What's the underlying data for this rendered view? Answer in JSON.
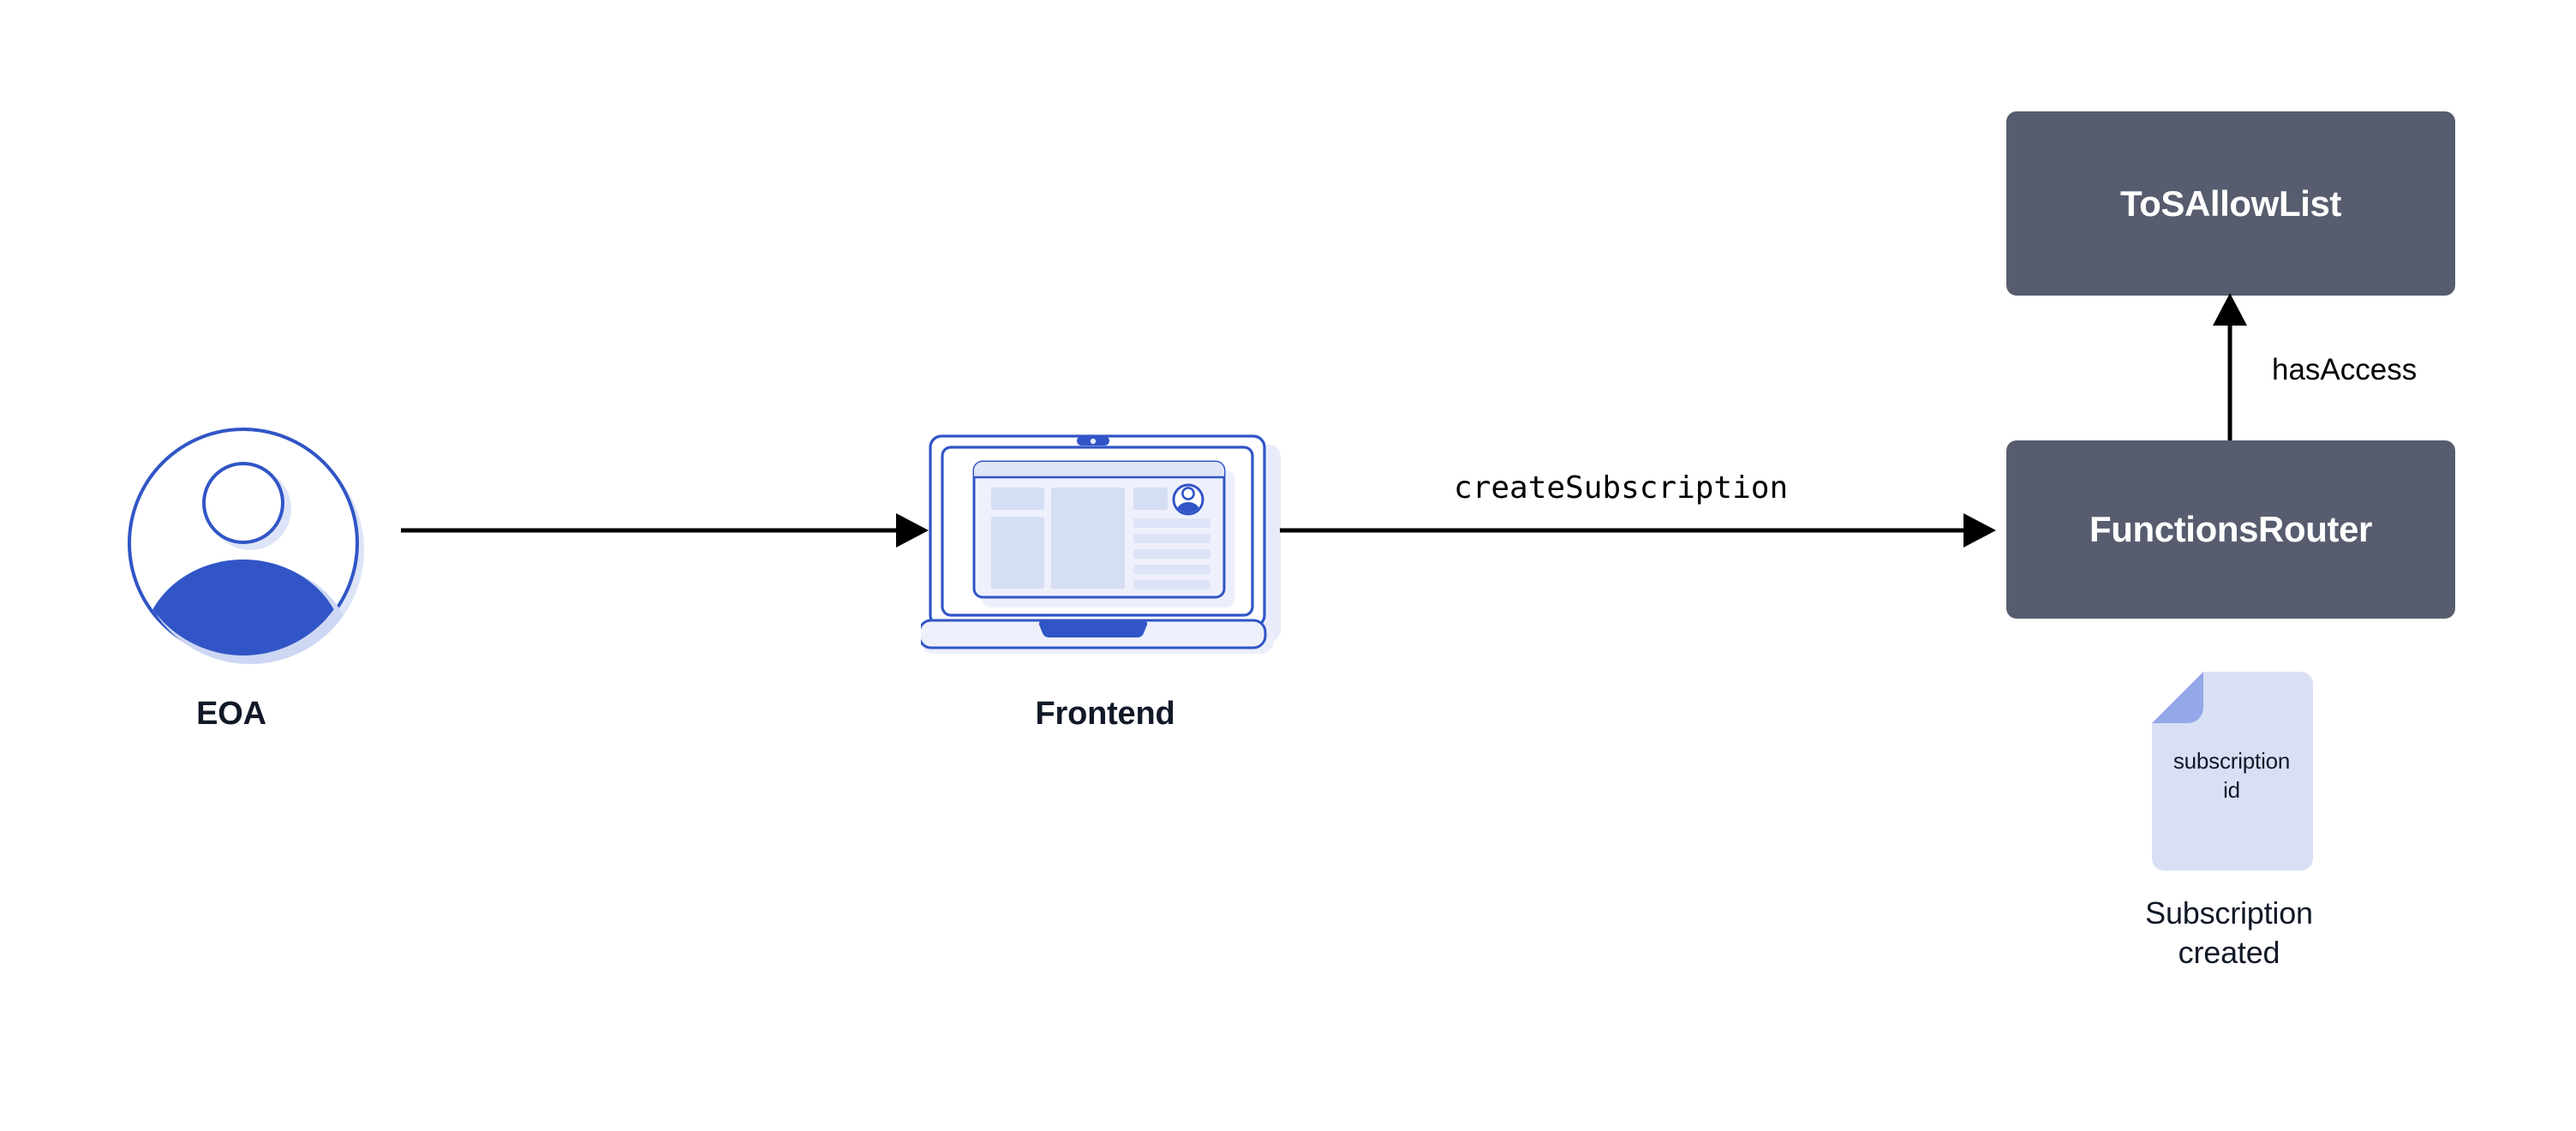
{
  "diagram": {
    "title": "Chainlink Functions subscription creation flow",
    "background_color": "#ffffff",
    "node_fill_color": "#575d6e",
    "node_text_color": "#ffffff",
    "accent_blue": "#3155c6",
    "doc_body_color": "#d9e0f5",
    "doc_fold_color": "#94a7e8",
    "edge_color": "#000000"
  },
  "actors": [
    {
      "id": "eoa",
      "icon": "user-avatar-icon",
      "label": "EOA"
    },
    {
      "id": "frontend",
      "icon": "laptop-icon",
      "label": "Frontend"
    }
  ],
  "nodes": [
    {
      "id": "tos-allow-list",
      "label": "ToSAllowList"
    },
    {
      "id": "functions-router",
      "label": "FunctionsRouter"
    }
  ],
  "edges": [
    {
      "id": "eoa-to-frontend",
      "from": "eoa",
      "to": "frontend",
      "label": "",
      "direction": "right"
    },
    {
      "id": "frontend-to-functions-router",
      "from": "frontend",
      "to": "functions-router",
      "label": "createSubscription",
      "direction": "right"
    },
    {
      "id": "functions-router-to-tos-allow-list",
      "from": "functions-router",
      "to": "tos-allow-list",
      "label": "hasAccess",
      "direction": "up"
    }
  ],
  "artifacts": [
    {
      "id": "subscription-document",
      "icon": "document-icon",
      "inner_label": "subscription\nid",
      "inner_label_line1": "subscription",
      "inner_label_line2": "id",
      "caption": "Subscription created",
      "caption_line1": "Subscription",
      "caption_line2": "created"
    }
  ]
}
